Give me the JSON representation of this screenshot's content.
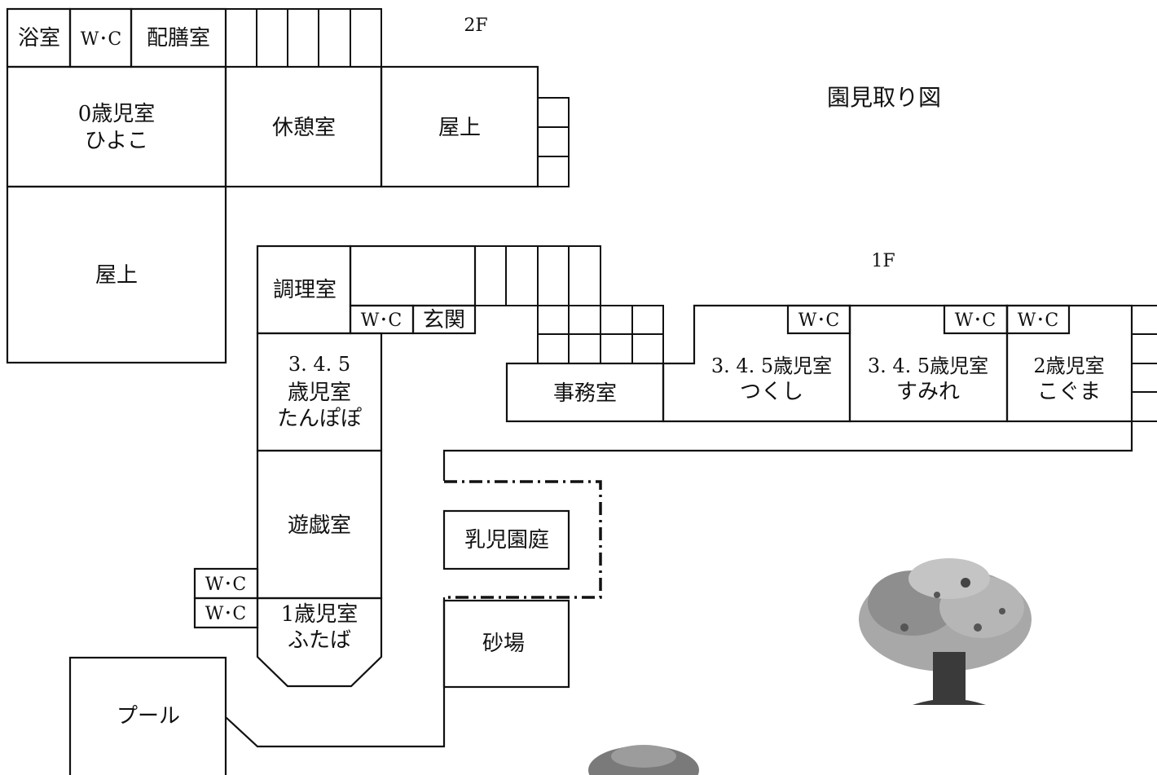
{
  "title": "園見取り図",
  "floor_2f": "2F",
  "floor_1f": "1F",
  "rooms_2f": {
    "bath": "浴室",
    "wc": "W･C",
    "serving": "配膳室",
    "age0_line1": "0歳児室",
    "age0_line2": "ひよこ",
    "lounge": "休憩室",
    "rooftop_a": "屋上",
    "rooftop_b": "屋上"
  },
  "rooms_1f": {
    "kitchen": "調理室",
    "wc_entrance": "W･C",
    "entrance": "玄関",
    "tanpopo_line1": "3. 4. 5",
    "tanpopo_line2": "歳児室",
    "tanpopo_line3": "たんぽぽ",
    "office": "事務室",
    "tsukushi_wc": "W･C",
    "tsukushi_line1": "3. 4. 5歳児室",
    "tsukushi_line2": "つくし",
    "sumire_wc": "W･C",
    "sumire_line1": "3. 4. 5歳児室",
    "sumire_line2": "すみれ",
    "koguma_wc": "W･C",
    "koguma_line1": "2歳児室",
    "koguma_line2": "こぐま",
    "playroom": "遊戯室",
    "wc_upper": "W･C",
    "wc_lower": "W･C",
    "futaba_line1": "1歳児室",
    "futaba_line2": "ふたば",
    "infant_garden": "乳児園庭",
    "sandbox": "砂場",
    "pool": "プール"
  },
  "colors": {
    "line": "#111111",
    "tree_leaf": "#9a9a9a",
    "tree_trunk": "#3a3a3a"
  },
  "icons": [
    "tree-icon",
    "stair-icon"
  ]
}
